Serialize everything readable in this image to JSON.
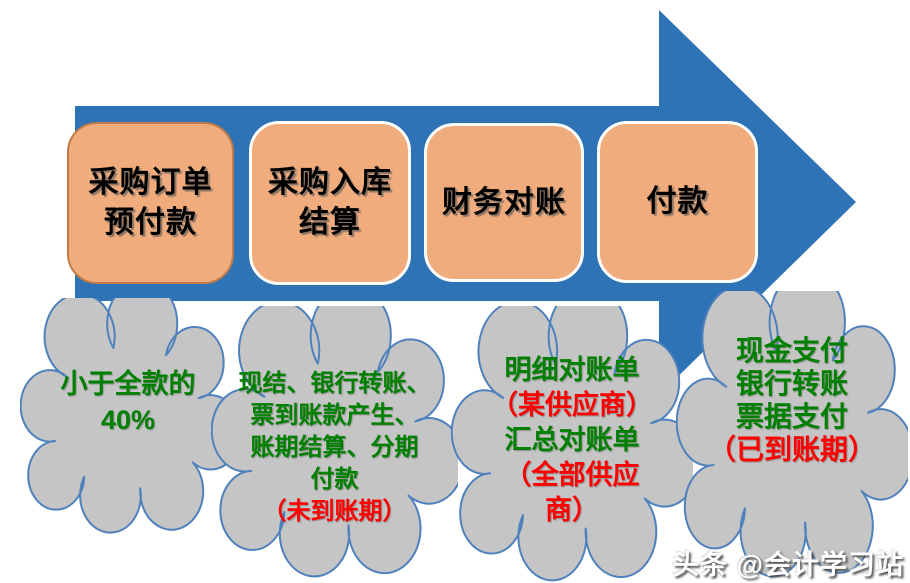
{
  "colors": {
    "arrow_blue": "#2E73B5",
    "box_orange": "#F1AC7D",
    "box_border_white": "#FFFFFF",
    "cloud_gray": "#C5C5C5",
    "cloud_border_blue": "#4F81BD",
    "text_green": "#008000",
    "text_red": "#FF0000"
  },
  "process": {
    "steps": [
      {
        "lines": [
          "采购订单",
          "预付款"
        ]
      },
      {
        "lines": [
          "采购入库",
          "结算"
        ]
      },
      {
        "lines": [
          "财务对账"
        ]
      },
      {
        "lines": [
          "付款"
        ]
      }
    ],
    "notes": [
      {
        "lines": [
          {
            "text": "小于全款的",
            "color": "green"
          },
          {
            "text": "40%",
            "color": "green"
          }
        ]
      },
      {
        "lines": [
          {
            "text": "现结、银行转账、",
            "color": "green"
          },
          {
            "text": "票到账款产生、",
            "color": "green"
          },
          {
            "text": "账期结算、分期",
            "color": "green"
          },
          {
            "text": "付款",
            "color": "green"
          },
          {
            "text": "（未到账期）",
            "color": "red"
          }
        ]
      },
      {
        "lines": [
          {
            "text": "明细对账单",
            "color": "green"
          },
          {
            "text": "（某供应商）",
            "color": "red"
          },
          {
            "text": "汇总对账单",
            "color": "green"
          },
          {
            "text": "（全部供应",
            "color": "red"
          },
          {
            "text": "商）",
            "color": "red"
          }
        ]
      },
      {
        "lines": [
          {
            "text": "现金支付",
            "color": "green"
          },
          {
            "text": "银行转账",
            "color": "green"
          },
          {
            "text": "票据支付",
            "color": "green"
          },
          {
            "text": "（已到账期）",
            "color": "red"
          }
        ]
      }
    ]
  },
  "watermark": {
    "text": "头条 @会计学习站"
  }
}
